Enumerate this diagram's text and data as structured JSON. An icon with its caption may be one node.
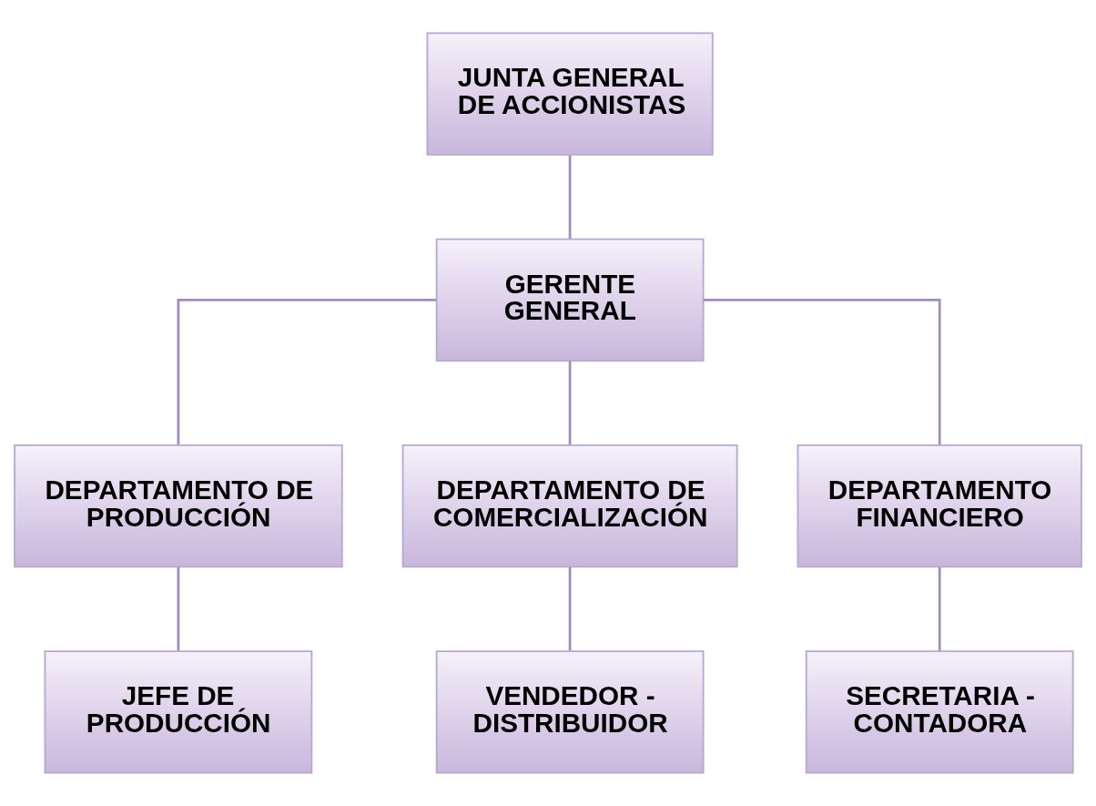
{
  "diagram": {
    "nodes": [
      {
        "text": [
          "JUNTA GENERAL DE ACCIONISTAS"
        ]
      },
      {
        "text": [
          "GERENTE GENERAL"
        ]
      },
      {
        "text": [
          "DEPARTAMENTO DE PRODUCCIÓN"
        ]
      },
      {
        "text": [
          "DEPARTAMENTO DE COMERCIALIZACIÓN"
        ]
      },
      {
        "text": [
          "DEPARTAMENTO FINANCIERO"
        ]
      },
      {
        "text": [
          "JEFE DE PRODUCCIÓN"
        ]
      },
      {
        "text": [
          "VENDEDOR - DISTRIBUIDOR"
        ]
      },
      {
        "text": [
          "SECRETARIA - CONTADORA"
        ]
      }
    ],
    "edges": [
      {
        "from": 0,
        "to": 1,
        "arrow": "none"
      },
      {
        "from": 1,
        "to": 2,
        "arrow": "none"
      },
      {
        "from": 1,
        "to": 3,
        "arrow": "none"
      },
      {
        "from": 1,
        "to": 4,
        "arrow": "none"
      },
      {
        "from": 2,
        "to": 5,
        "arrow": "none"
      },
      {
        "from": 3,
        "to": 6,
        "arrow": "none"
      },
      {
        "from": 4,
        "to": 7,
        "arrow": "none"
      }
    ]
  }
}
